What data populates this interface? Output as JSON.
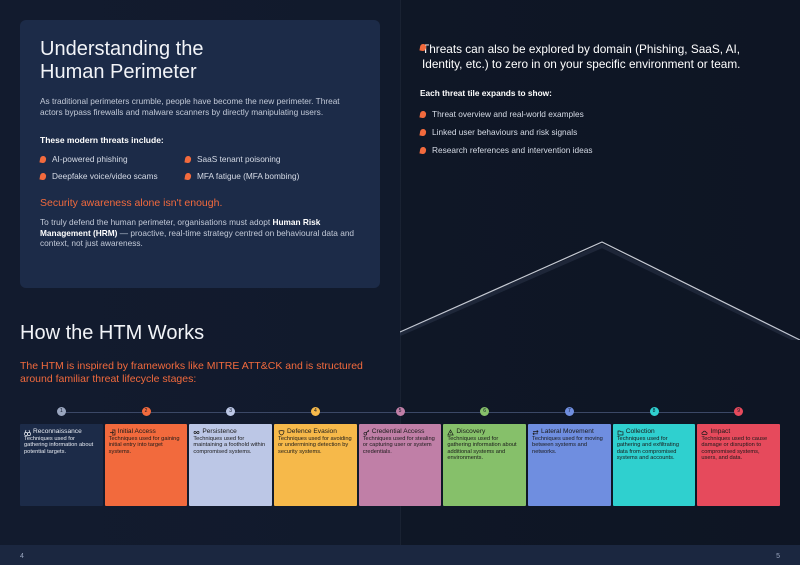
{
  "left_page": {
    "card": {
      "title": "Understanding the Human Perimeter",
      "intro": "As traditional perimeters crumble, people have become the new perimeter. Threat actors bypass firewalls and malware scanners by directly manipulating users.",
      "threats_heading": "These modern threats include:",
      "threats": [
        "AI-powered phishing",
        "SaaS tenant poisoning",
        "Deepfake voice/video scams",
        "MFA fatigue (MFA bombing)"
      ],
      "alert": "Security awareness alone isn't enough.",
      "hrm_pre": "To truly defend the human perimeter, organisations must adopt ",
      "hrm_bold": "Human Risk Management (HRM)",
      "hrm_post": " — proactive, real-time strategy centred on behavioural data and context, not just awareness."
    },
    "htm": {
      "title": "How the HTM Works",
      "subtitle": "The HTM is inspired by frameworks like MITRE ATT&CK and is structured around familiar threat lifecycle stages:"
    },
    "page_number": "4"
  },
  "right_page": {
    "lead": "Threats can also be explored by domain (Phishing, SaaS, AI, Identity, etc.) to zero in on your specific environment or team.",
    "tile_heading": "Each threat tile expands to show:",
    "tile_items": [
      "Threat overview and real-world examples",
      "Linked user behaviours and risk signals",
      "Research references and intervention ideas"
    ],
    "page_number": "5"
  },
  "stages": [
    {
      "num": "1",
      "name": "Reconnaissance",
      "desc": "Techniques used for gathering information about potential targets.",
      "bg": "#1c2b48",
      "fg": "#e8ecf3",
      "dot": "#9aa6bf",
      "icon": "binoculars-icon"
    },
    {
      "num": "2",
      "name": "Initial Access",
      "desc": "Techniques used for gaining initial entry into target systems.",
      "bg": "#f26a3d",
      "fg": "#1a1a1a",
      "dot": "#f26a3d",
      "icon": "login-icon"
    },
    {
      "num": "3",
      "name": "Persistence",
      "desc": "Techniques used for maintaining a foothold within compromised systems.",
      "bg": "#bcc7e6",
      "fg": "#1a1a1a",
      "dot": "#bcc7e6",
      "icon": "infinity-icon"
    },
    {
      "num": "4",
      "name": "Defence Evasion",
      "desc": "Techniques used for avoiding or undermining detection by security systems.",
      "bg": "#f6b94a",
      "fg": "#1a1a1a",
      "dot": "#f6b94a",
      "icon": "mask-icon"
    },
    {
      "num": "5",
      "name": "Credential Access",
      "desc": "Techniques used for stealing or capturing user or system credentials.",
      "bg": "#c07fa7",
      "fg": "#1a1a1a",
      "dot": "#c07fa7",
      "icon": "key-icon"
    },
    {
      "num": "6",
      "name": "Discovery",
      "desc": "Techniques used for gathering information about additional systems and environments.",
      "bg": "#86c06a",
      "fg": "#1a1a1a",
      "dot": "#86c06a",
      "icon": "triangle-icon"
    },
    {
      "num": "7",
      "name": "Lateral Movement",
      "desc": "Techniques used for moving between systems and networks.",
      "bg": "#6f8ee0",
      "fg": "#1a1a1a",
      "dot": "#6f8ee0",
      "icon": "arrows-icon"
    },
    {
      "num": "8",
      "name": "Collection",
      "desc": "Techniques used for gathering and exfiltrating data from compromised systems and accounts.",
      "bg": "#2fd0cf",
      "fg": "#1a1a1a",
      "dot": "#2fd0cf",
      "icon": "folder-icon"
    },
    {
      "num": "9",
      "name": "Impact",
      "desc": "Techniques used to cause damage or disruption to compromised systems, users, and data.",
      "bg": "#e64a5c",
      "fg": "#1a1a1a",
      "dot": "#e64a5c",
      "icon": "cloud-icon"
    }
  ],
  "colors": {
    "accent": "#f26a3d",
    "card_bg": "#1c2b48",
    "page_bg": "#0e1626"
  }
}
